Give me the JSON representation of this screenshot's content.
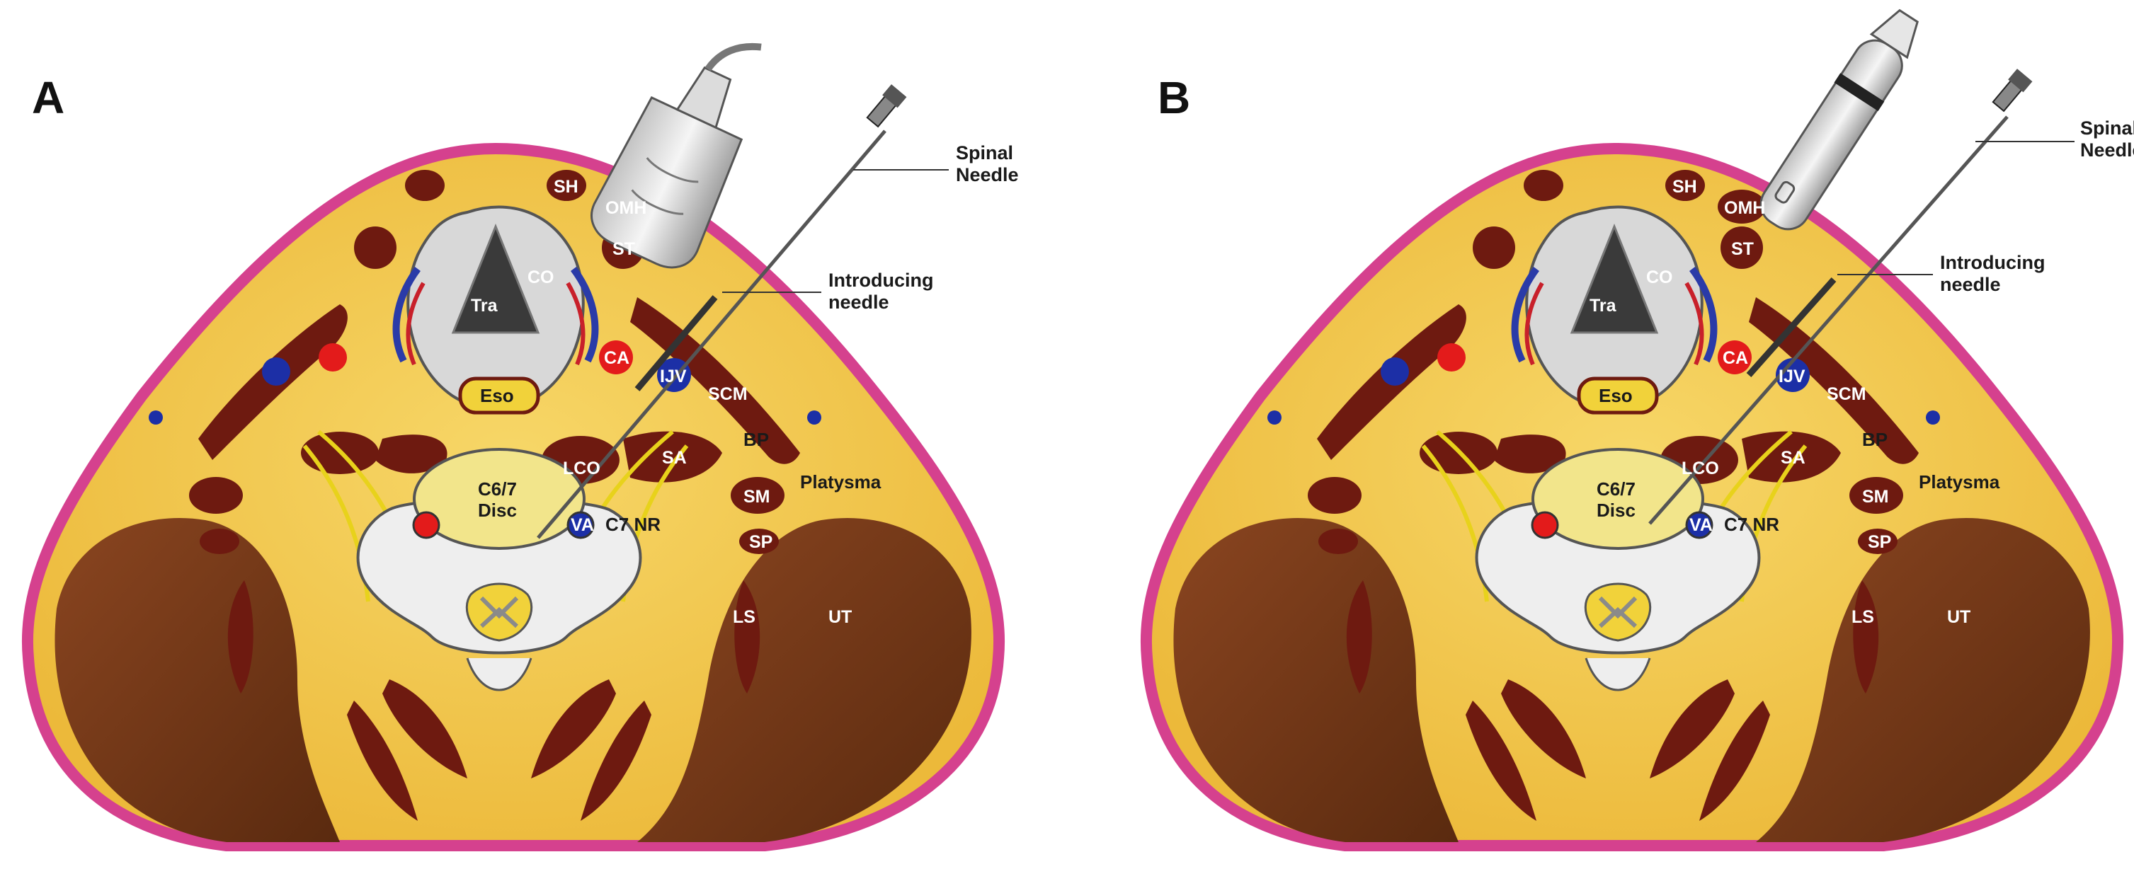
{
  "figure": {
    "panel_a": {
      "letter": "A",
      "callouts": {
        "spinal_needle": "Spinal\nNeedle",
        "introducing_needle": "Introducing\nneedle"
      }
    },
    "panel_b": {
      "letter": "B",
      "callouts": {
        "spinal_needle": "Spinal\nNeedle",
        "introducing_needle": "Introducing\nneedle"
      }
    },
    "structures": {
      "sh": "SH",
      "omh": "OMH",
      "st": "ST",
      "co": "CO",
      "tra": "Tra",
      "eso": "Eso",
      "ca": "CA",
      "ijv": "IJV",
      "scm": "SCM",
      "lco": "LCO",
      "sa": "SA",
      "bp": "BP",
      "sm": "SM",
      "sp": "SP",
      "va": "VA",
      "c7nr": "C7 NR",
      "platysma": "Platysma",
      "disc": "C6/7\nDisc",
      "ls": "LS",
      "ut": "UT"
    },
    "colors": {
      "skin": "#d5418e",
      "fat": "#f1c44a",
      "muscle": "#6e1a10",
      "trapezius": "#7a3a16",
      "artery": "#e31b1b",
      "vein": "#1c2fa6",
      "nerve": "#e8d21b",
      "bone": "#eeeeee",
      "disc": "#f2e58b",
      "ink": "#1a1a1a"
    }
  }
}
